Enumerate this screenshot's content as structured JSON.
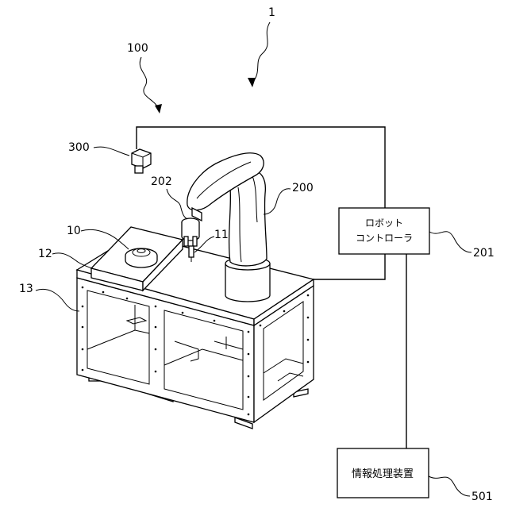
{
  "refs": {
    "system": "1",
    "cell": "100",
    "camera": "300",
    "hand": "202",
    "robot": "200",
    "workpiece": "10",
    "tool": "11",
    "table": "12",
    "frame": "13",
    "controller": "201",
    "info_processor": "501"
  },
  "boxes": {
    "controller_line1": "ロボット",
    "controller_line2": "コントローラ",
    "info_processor": "情報処理装置"
  }
}
